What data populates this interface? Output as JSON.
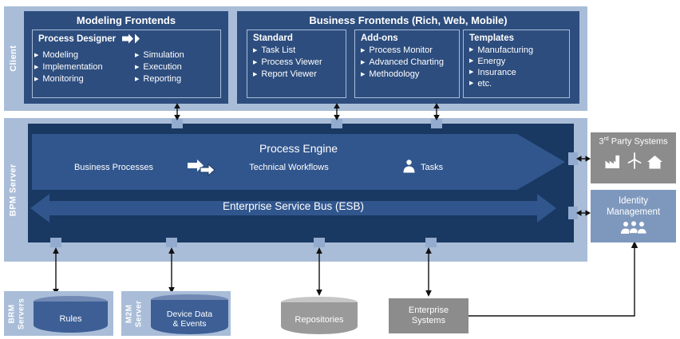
{
  "bands": {
    "client": "Client",
    "bpm": "BPM Server",
    "brm_line1": "BRM",
    "brm_line2": "Servers",
    "m2m_line1": "M2M",
    "m2m_line2": "Server"
  },
  "client": {
    "modeling": {
      "title": "Modeling Frontends",
      "designer_title": "Process Designer",
      "col1": [
        "Modeling",
        "Implementation",
        "Monitoring"
      ],
      "col2": [
        "Simulation",
        "Execution",
        "Reporting"
      ]
    },
    "business": {
      "title": "Business Frontends (Rich, Web, Mobile)",
      "groups": [
        {
          "title": "Standard",
          "items": [
            "Task List",
            "Process Viewer",
            "Report Viewer"
          ]
        },
        {
          "title": "Add-ons",
          "items": [
            "Process Monitor",
            "Advanced Charting",
            "Methodology"
          ]
        },
        {
          "title": "Templates",
          "items": [
            "Manufacturing",
            "Energy",
            "Insurance",
            "etc."
          ]
        }
      ]
    }
  },
  "bpm": {
    "engine_title": "Process Engine",
    "business_processes": "Business Processes",
    "technical_workflows": "Technical Workflows",
    "tasks": "Tasks",
    "esb": "Enterprise Service Bus (ESB)"
  },
  "right": {
    "third_party_num": "3",
    "third_party_sup": "rd",
    "third_party_rest": " Party Systems",
    "identity_line1": "Identity",
    "identity_line2": "Management"
  },
  "bottom": {
    "rules": "Rules",
    "device_line1": "Device Data",
    "device_line2": "& Events",
    "repositories": "Repositories",
    "enterprise_line1": "Enterprise",
    "enterprise_line2": "Systems"
  },
  "icons": {
    "bullet": "▶"
  },
  "colors": {
    "band": "#a9bdd8",
    "box": "#2d4d7e",
    "server_box": "#193862",
    "engine_fill": "#31568d",
    "connector_square": "#92abce",
    "gray_box": "#8c8c8c",
    "identity_box": "#7e98bd",
    "rules_cylinder": "#3d5f96",
    "repo_cylinder": "#9a9a9a",
    "text": "#ffffff",
    "arrow": "#111111"
  }
}
